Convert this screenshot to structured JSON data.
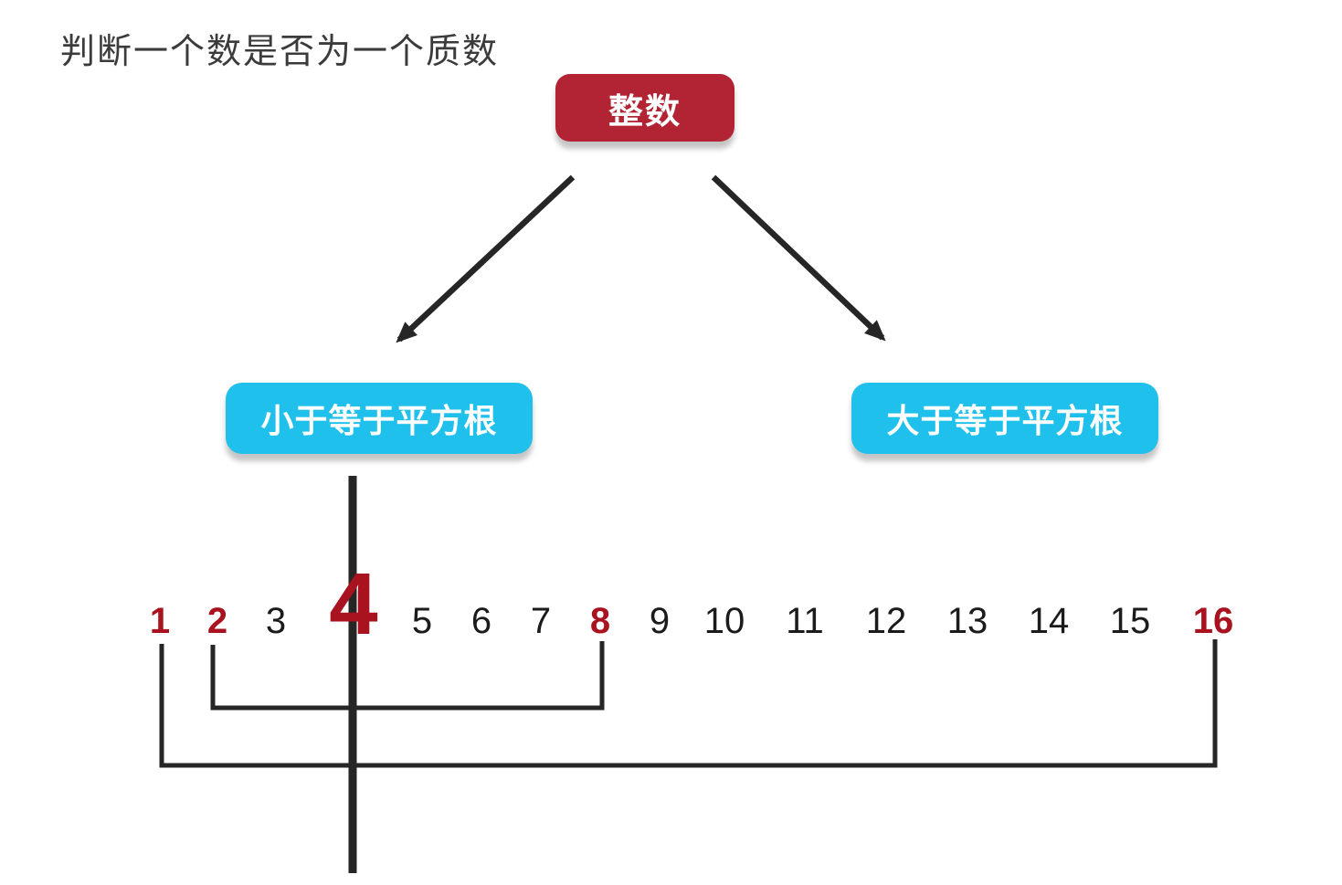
{
  "title": "判断一个数是否为一个质数",
  "diagram": {
    "root_node": {
      "label": "整数"
    },
    "left_node": {
      "label": "小于等于平方根"
    },
    "right_node": {
      "label": "大于等于平方根"
    }
  },
  "number_line": {
    "items": [
      {
        "value": "1",
        "highlight": true,
        "emphasis": "normal"
      },
      {
        "value": "2",
        "highlight": true,
        "emphasis": "normal"
      },
      {
        "value": "3",
        "highlight": false,
        "emphasis": "normal"
      },
      {
        "value": "4",
        "highlight": true,
        "emphasis": "large"
      },
      {
        "value": "5",
        "highlight": false,
        "emphasis": "normal"
      },
      {
        "value": "6",
        "highlight": false,
        "emphasis": "normal"
      },
      {
        "value": "7",
        "highlight": false,
        "emphasis": "normal"
      },
      {
        "value": "8",
        "highlight": true,
        "emphasis": "normal"
      },
      {
        "value": "9",
        "highlight": false,
        "emphasis": "normal"
      },
      {
        "value": "10",
        "highlight": false,
        "emphasis": "normal"
      },
      {
        "value": "11",
        "highlight": false,
        "emphasis": "normal"
      },
      {
        "value": "12",
        "highlight": false,
        "emphasis": "normal"
      },
      {
        "value": "13",
        "highlight": false,
        "emphasis": "normal"
      },
      {
        "value": "14",
        "highlight": false,
        "emphasis": "normal"
      },
      {
        "value": "15",
        "highlight": false,
        "emphasis": "normal"
      },
      {
        "value": "16",
        "highlight": true,
        "emphasis": "normal"
      }
    ],
    "factor_pairs": [
      {
        "from": "2",
        "to": "8"
      },
      {
        "from": "1",
        "to": "16"
      }
    ]
  },
  "colors": {
    "node_red": "#b22433",
    "node_cyan": "#20c0ec",
    "number_red": "#a9121f",
    "line_dark": "#262626",
    "number_black": "#1b1b1b",
    "title_gray": "#3b3b3b"
  }
}
